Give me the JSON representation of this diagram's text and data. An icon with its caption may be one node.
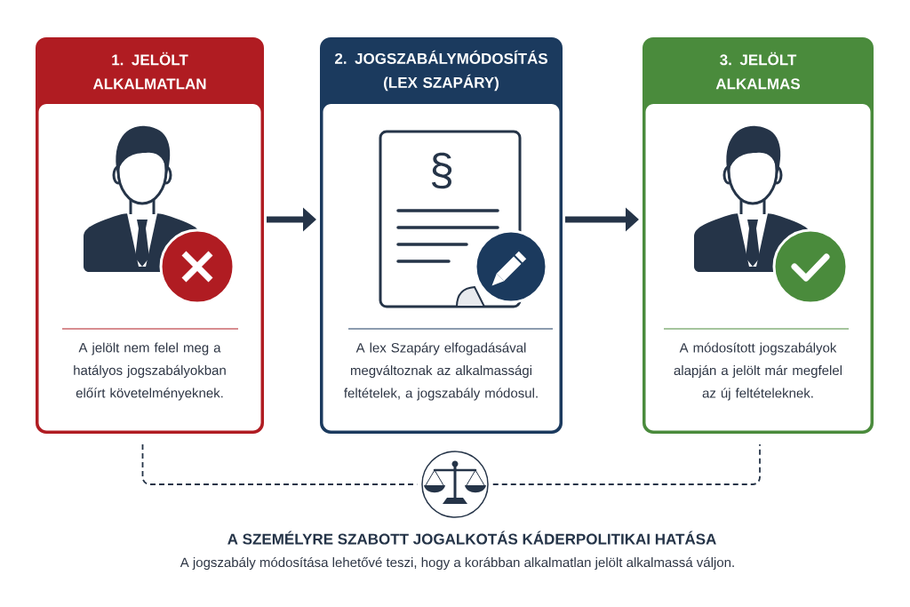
{
  "diagram": {
    "title": "A SZEMÉLYRE SZABOTT JOGALKOTÁS KÁDERPOLITIKAI HATÁSA",
    "caption": "A jogszabály módosítása lehetővé teszi, hogy a korábban alkalmatlan jelölt alkalmassá váljon.",
    "nodes": [
      {
        "text": [
          "1. JELÖLT ALKALMATLAN",
          "A jelölt nem felel meg a hatályos jogszabályokban előírt követelményeknek."
        ]
      },
      {
        "text": [
          "2. JOGSZABÁLYMÓDOSÍTÁS (LEX SZAPÁRY)",
          "A lex Szapáry elfogadásával megváltoznak az alkalmassági feltételek, a jogszabály módosul."
        ]
      },
      {
        "text": [
          "3. JELÖLT ALKALMAS",
          "A módosított jogszabályok alapján a jelölt már megfelel az új feltételeknek."
        ]
      },
      {
        "text": [],
        "shape": "circle"
      }
    ],
    "edges": [
      {
        "from": 0,
        "to": 1,
        "arrow": "to",
        "style": "thick"
      },
      {
        "from": 1,
        "to": 2,
        "arrow": "to",
        "style": "thick"
      },
      {
        "from": 0,
        "to": 3,
        "arrow": "none",
        "style": "dashed"
      },
      {
        "from": 3,
        "to": 2,
        "arrow": "none",
        "style": "dashed"
      }
    ],
    "labels": [
      "§"
    ]
  }
}
